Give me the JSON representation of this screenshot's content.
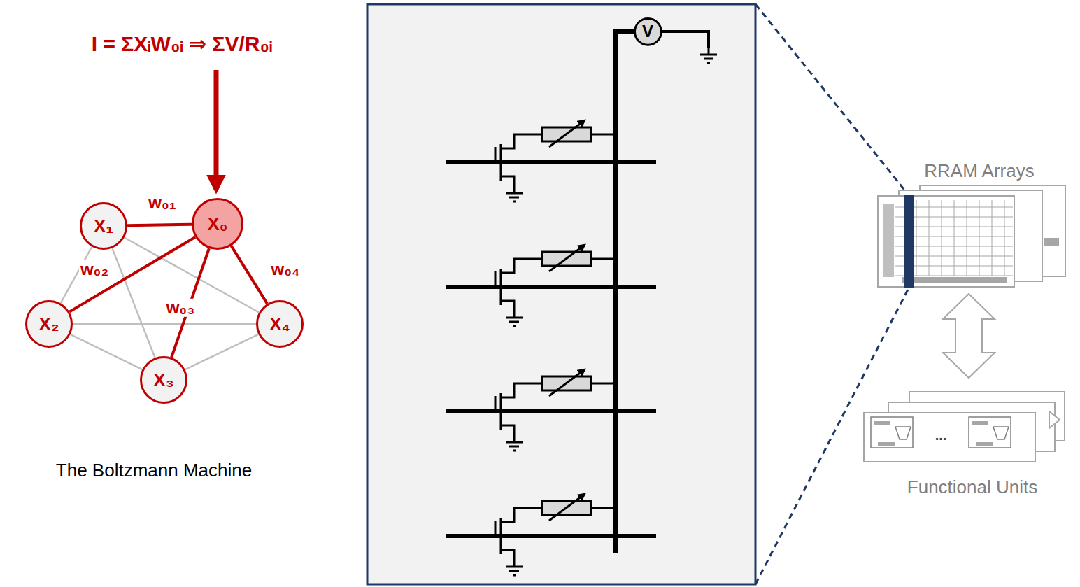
{
  "diagram": {
    "nodes": [
      {
        "text": [
          "X₁"
        ]
      },
      {
        "text": [
          "X₀"
        ]
      },
      {
        "text": [
          "X₂"
        ]
      },
      {
        "text": [
          "X₄"
        ]
      },
      {
        "text": [
          "X₃"
        ]
      },
      {
        "text": [
          "V"
        ]
      }
    ],
    "edges": [
      {
        "from": 1,
        "to": 0,
        "label": "w₀₁",
        "arrow": "none"
      },
      {
        "from": 1,
        "to": 2,
        "label": "w₀₂",
        "arrow": "none"
      },
      {
        "from": 1,
        "to": 4,
        "label": "w₀₃",
        "arrow": "none"
      },
      {
        "from": 1,
        "to": 3,
        "label": "w₀₄",
        "arrow": "none"
      },
      {
        "from": 0,
        "to": 2,
        "arrow": "none"
      },
      {
        "from": 0,
        "to": 4,
        "arrow": "none"
      },
      {
        "from": 0,
        "to": 3,
        "arrow": "none"
      },
      {
        "from": 2,
        "to": 4,
        "arrow": "none"
      },
      {
        "from": 2,
        "to": 3,
        "arrow": "none"
      },
      {
        "from": 4,
        "to": 3,
        "arrow": "none"
      }
    ],
    "labels": [
      "I = ΣXᵢW₀ᵢ ⇒ ΣV/R₀ᵢ",
      "The Boltzmann Machine",
      "RRAM Arrays",
      "Functional Units",
      "..."
    ]
  }
}
